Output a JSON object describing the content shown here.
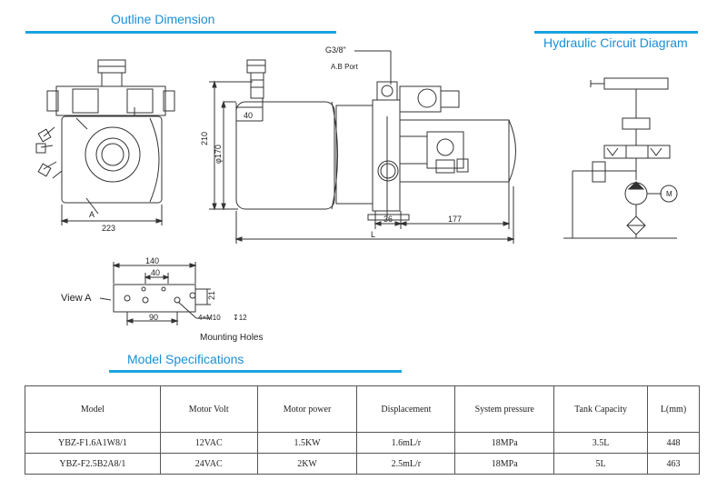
{
  "headings": {
    "outline": "Outline Dimension",
    "hydraulic": "Hydraulic Circuit Diagram",
    "model_specs": "Model Specifications"
  },
  "drawing_labels": {
    "dim_223": "223",
    "label_a": "A",
    "dim_40_top": "40",
    "dim_210": "210",
    "dim_phi170": "φ170",
    "port_size": "G3/8\"",
    "port_name": "A.B Port",
    "dim_36": "36",
    "dim_177": "177",
    "dim_l": "L",
    "view_a": "View A",
    "dim_140": "140",
    "dim_40_view": "40",
    "dim_21": "21",
    "dim_90": "90",
    "hole_spec": "4×M10",
    "hole_depth": "↧12",
    "mounting_holes": "Mounting Holes",
    "motor_symbol": "M"
  },
  "table": {
    "headers": [
      "Model",
      "Motor Volt",
      "Motor power",
      "Displacement",
      "System pressure",
      "Tank Capacity",
      "L(mm)"
    ],
    "rows": [
      [
        "YBZ-F1.6A1W8/1",
        "12VAC",
        "1.5KW",
        "1.6mL/r",
        "18MPa",
        "3.5L",
        "448"
      ],
      [
        "YBZ-F2.5B2A8/1",
        "24VAC",
        "2KW",
        "2.5mL/r",
        "18MPa",
        "5L",
        "463"
      ]
    ]
  },
  "colors": {
    "accent": "#1a8fd6",
    "bar": "#1aa3e0"
  }
}
